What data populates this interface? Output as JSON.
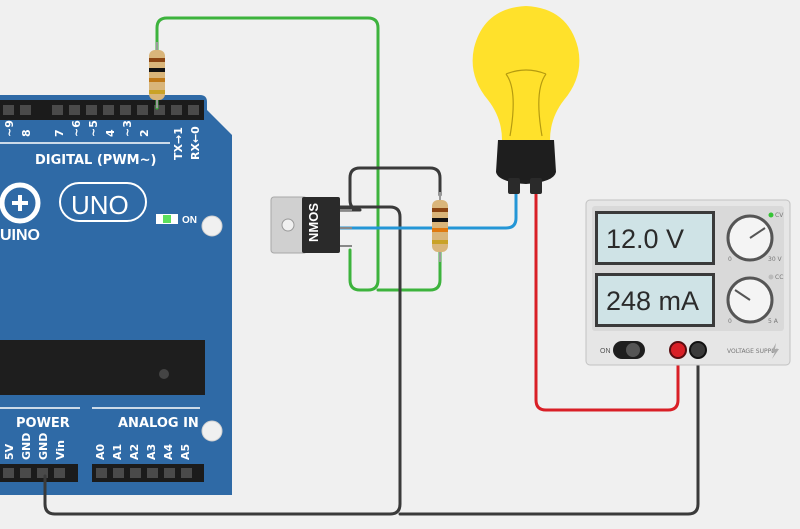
{
  "arduino": {
    "digital_label": "DIGITAL (PWM~)",
    "pin_labels_top": [
      "~9",
      "8",
      "7",
      "~6",
      "~5",
      "4",
      "~3",
      "2",
      "TX→1",
      "RX←0"
    ],
    "uno_label": "UNO",
    "brand_fragment": "UINO",
    "on_label": "ON",
    "power_label": "POWER",
    "analog_label": "ANALOG IN",
    "power_pins": [
      "5V",
      "GND",
      "GND",
      "Vin"
    ],
    "analog_pins": [
      "A0",
      "A1",
      "A2",
      "A3",
      "A4",
      "A5"
    ]
  },
  "mosfet": {
    "label": "NMOS"
  },
  "power_supply": {
    "voltage_display": "12.0 V",
    "current_display": "248 mA",
    "on_label": "ON",
    "voltage_knob_max": "30 V",
    "voltage_knob_min": "0",
    "current_knob_max": "5 A",
    "current_knob_min": "0",
    "cv_label": "CV",
    "cc_label": "CC",
    "badge_text": "VOLTAGE SUPPLY"
  },
  "colors": {
    "board": "#2f6aa6",
    "wire_green": "#3db33d",
    "wire_black": "#3a3a3a",
    "wire_blue": "#2496d6",
    "wire_red": "#d91f26",
    "bulb": "#ffe12b"
  }
}
